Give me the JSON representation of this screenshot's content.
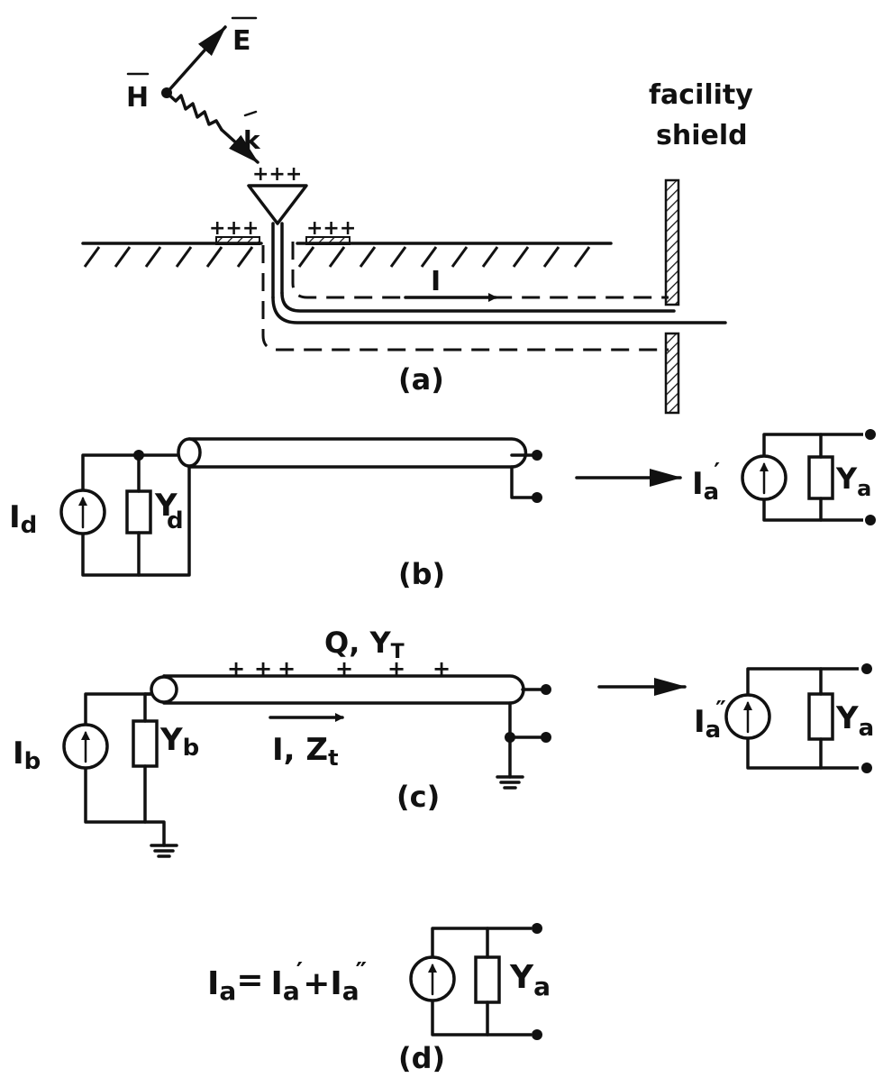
{
  "field": {
    "E": "E",
    "H": "H",
    "k": "k",
    "surface_charges": "+++"
  },
  "facility": {
    "line1": "facility",
    "line2": "shield"
  },
  "current": {
    "I": "I",
    "I_Z": "I, Z",
    "Z_sub": "t"
  },
  "cable": {
    "Q_Y": "Q, Y",
    "Y_sub": "T",
    "charges": [
      "+",
      "+",
      "+",
      "+",
      "+",
      "+"
    ]
  },
  "captions": {
    "a": "(a)",
    "b": "(b)",
    "c": "(c)",
    "d": "(d)"
  },
  "sources": {
    "I": "I",
    "Y": "Y",
    "d_sub": "d",
    "b_sub": "b",
    "a_sub": "a",
    "prime": "′",
    "dprime": "″"
  },
  "equation": {
    "lhs": "I",
    "eq": "=",
    "plus": "+"
  },
  "colors": {
    "ink": "#111111",
    "background": "#ffffff"
  }
}
